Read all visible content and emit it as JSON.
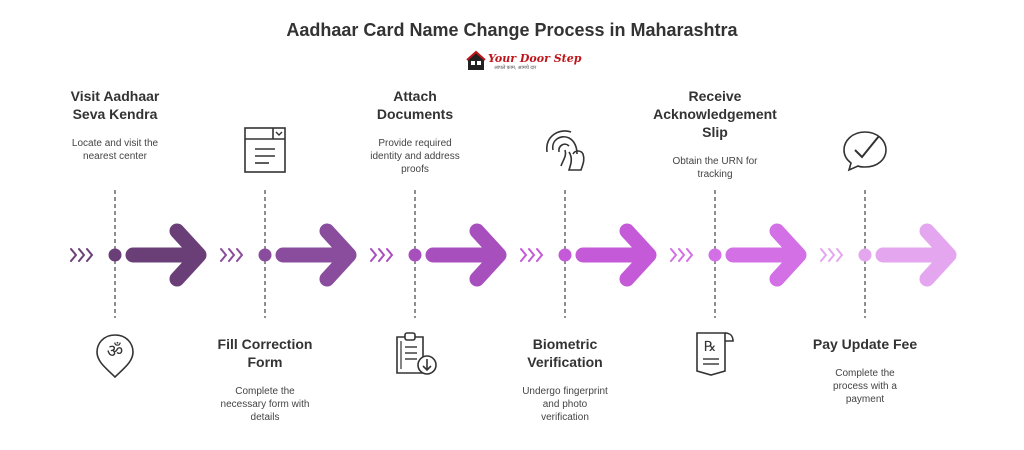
{
  "title": "Aadhaar Card Name Change Process in Maharashtra",
  "logo": {
    "brand": "Your Door Step",
    "tagline": "आपले काम, आमचे दार"
  },
  "colors": [
    "#6a3f78",
    "#8a4c9c",
    "#a84fbe",
    "#c45ad8",
    "#d370e6",
    "#e4a6ef"
  ],
  "steps": [
    {
      "title": [
        "Visit Aadhaar",
        "Seva Kendra"
      ],
      "desc": [
        "Locate and visit the",
        "nearest center"
      ],
      "icon": "om-location-pin-icon",
      "text_position": "top"
    },
    {
      "title": [
        "Fill Correction",
        "Form"
      ],
      "desc": [
        "Complete the",
        "necessary form with",
        "details"
      ],
      "icon": "form-icon",
      "text_position": "bottom"
    },
    {
      "title": [
        "Attach",
        "Documents"
      ],
      "desc": [
        "Provide required",
        "identity and address",
        "proofs"
      ],
      "icon": "clipboard-download-icon",
      "text_position": "top"
    },
    {
      "title": [
        "Biometric",
        "Verification"
      ],
      "desc": [
        "Undergo fingerprint",
        "and photo",
        "verification"
      ],
      "icon": "fingerprint-icon",
      "text_position": "bottom"
    },
    {
      "title": [
        "Receive",
        "Acknowledgement",
        "Slip"
      ],
      "desc": [
        "Obtain the URN for",
        "tracking"
      ],
      "icon": "receipt-icon",
      "text_position": "top"
    },
    {
      "title": [
        "Pay Update Fee"
      ],
      "desc": [
        "Complete the",
        "process with a",
        "payment"
      ],
      "icon": "check-bubble-icon",
      "text_position": "bottom"
    }
  ]
}
